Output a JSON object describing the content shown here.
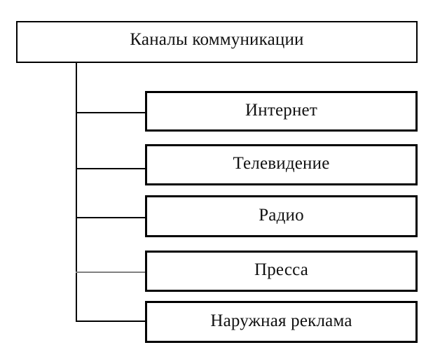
{
  "diagram": {
    "type": "tree",
    "root": {
      "label": "Каналы коммуникации"
    },
    "children": [
      {
        "label": "Интернет"
      },
      {
        "label": "Телевидение"
      },
      {
        "label": "Радио"
      },
      {
        "label": "Пресса"
      },
      {
        "label": "Наружная реклама"
      }
    ],
    "colors": {
      "box_border": "#000000",
      "text": "#111111",
      "background": "#ffffff",
      "connector": "#000000",
      "connector_muted": "#808080"
    }
  }
}
